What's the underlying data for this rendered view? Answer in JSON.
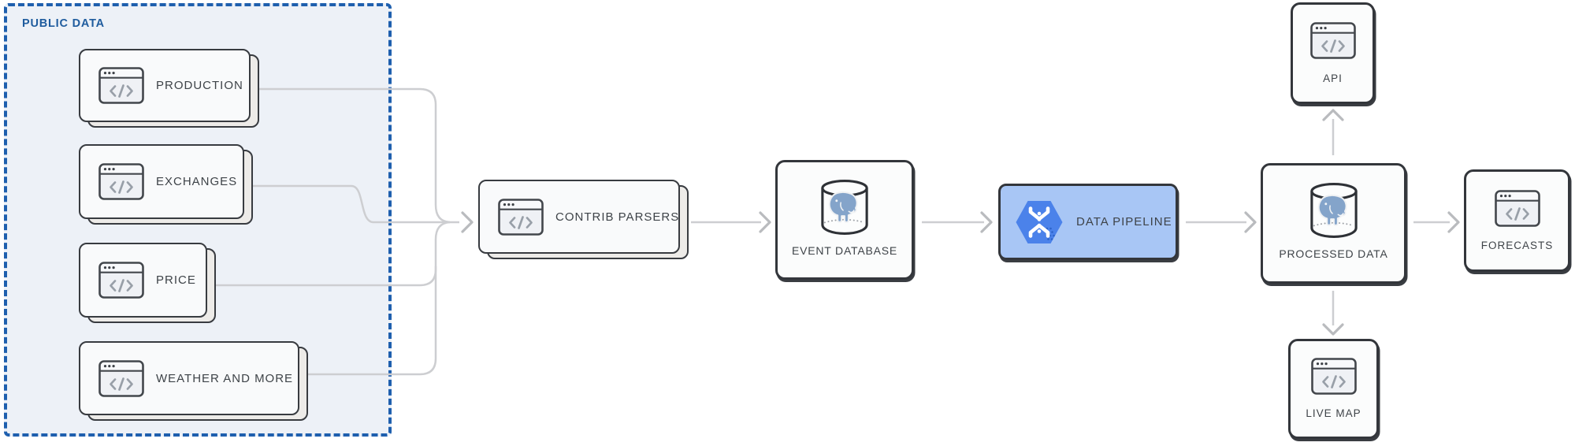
{
  "public_data": {
    "label": "PUBLIC DATA",
    "sources": [
      {
        "label": "PRODUCTION",
        "icon": "code-window"
      },
      {
        "label": "EXCHANGES",
        "icon": "code-window"
      },
      {
        "label": "PRICE",
        "icon": "code-window"
      },
      {
        "label": "WEATHER AND MORE",
        "icon": "code-window"
      }
    ]
  },
  "nodes": {
    "contrib_parsers": {
      "label": "CONTRIB PARSERS",
      "icon": "code-window"
    },
    "event_database": {
      "label": "EVENT DATABASE",
      "icon": "postgresql-database"
    },
    "data_pipeline": {
      "label": "DATA PIPELINE",
      "icon": "cloud-dataflow-hexagon"
    },
    "processed_data": {
      "label": "PROCESSED DATA",
      "icon": "postgresql-database"
    },
    "api": {
      "label": "API",
      "icon": "code-window"
    },
    "forecasts": {
      "label": "FORECASTS",
      "icon": "code-window"
    },
    "live_map": {
      "label": "LIVE MAP",
      "icon": "code-window"
    }
  },
  "edges": [
    {
      "from": "production",
      "to": "contrib_parsers"
    },
    {
      "from": "exchanges",
      "to": "contrib_parsers"
    },
    {
      "from": "price",
      "to": "contrib_parsers"
    },
    {
      "from": "weather_and_more",
      "to": "contrib_parsers"
    },
    {
      "from": "contrib_parsers",
      "to": "event_database"
    },
    {
      "from": "event_database",
      "to": "data_pipeline"
    },
    {
      "from": "data_pipeline",
      "to": "processed_data"
    },
    {
      "from": "processed_data",
      "to": "api"
    },
    {
      "from": "processed_data",
      "to": "forecasts"
    },
    {
      "from": "processed_data",
      "to": "live_map"
    }
  ],
  "colors": {
    "container_border": "#1e5fae",
    "container_bg": "#edf1f7",
    "container_label": "#1f5c9e",
    "node_border": "#35383d",
    "node_bg": "#f9fafb",
    "stack_card_bg": "#edebe8",
    "pipeline_node_bg": "#a8c6f5",
    "dataflow_hexagon": "#4b82ea",
    "wire": "#cdced1",
    "node_label": "#3e4348",
    "postgres_elephant": "#84a4ca"
  }
}
